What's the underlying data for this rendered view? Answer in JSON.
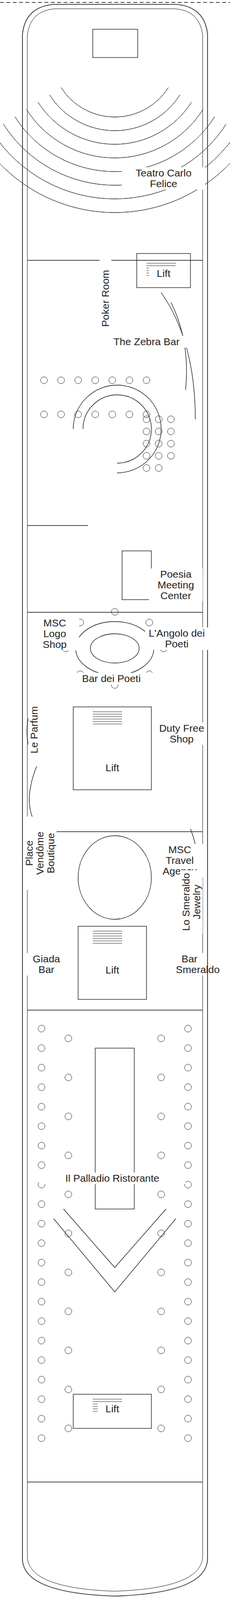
{
  "diagram": {
    "labels": [
      "Teatro Carlo Felice",
      "Lift",
      "Poker Room",
      "The Zebra Bar",
      "Poesia Meeting Center",
      "MSC Logo Shop",
      "L'Angolo dei Poeti",
      "Bar dei Poeti",
      "Le Parfum",
      "Duty Free Shop",
      "Lift",
      "MSC Travel Agency",
      "Place Vendôme Boutique",
      "Lo Smeraldo Jewelry",
      "Bar Smeraldo",
      "Giada Bar",
      "Lift",
      "Il Palladio Ristorante",
      "Lift"
    ]
  }
}
